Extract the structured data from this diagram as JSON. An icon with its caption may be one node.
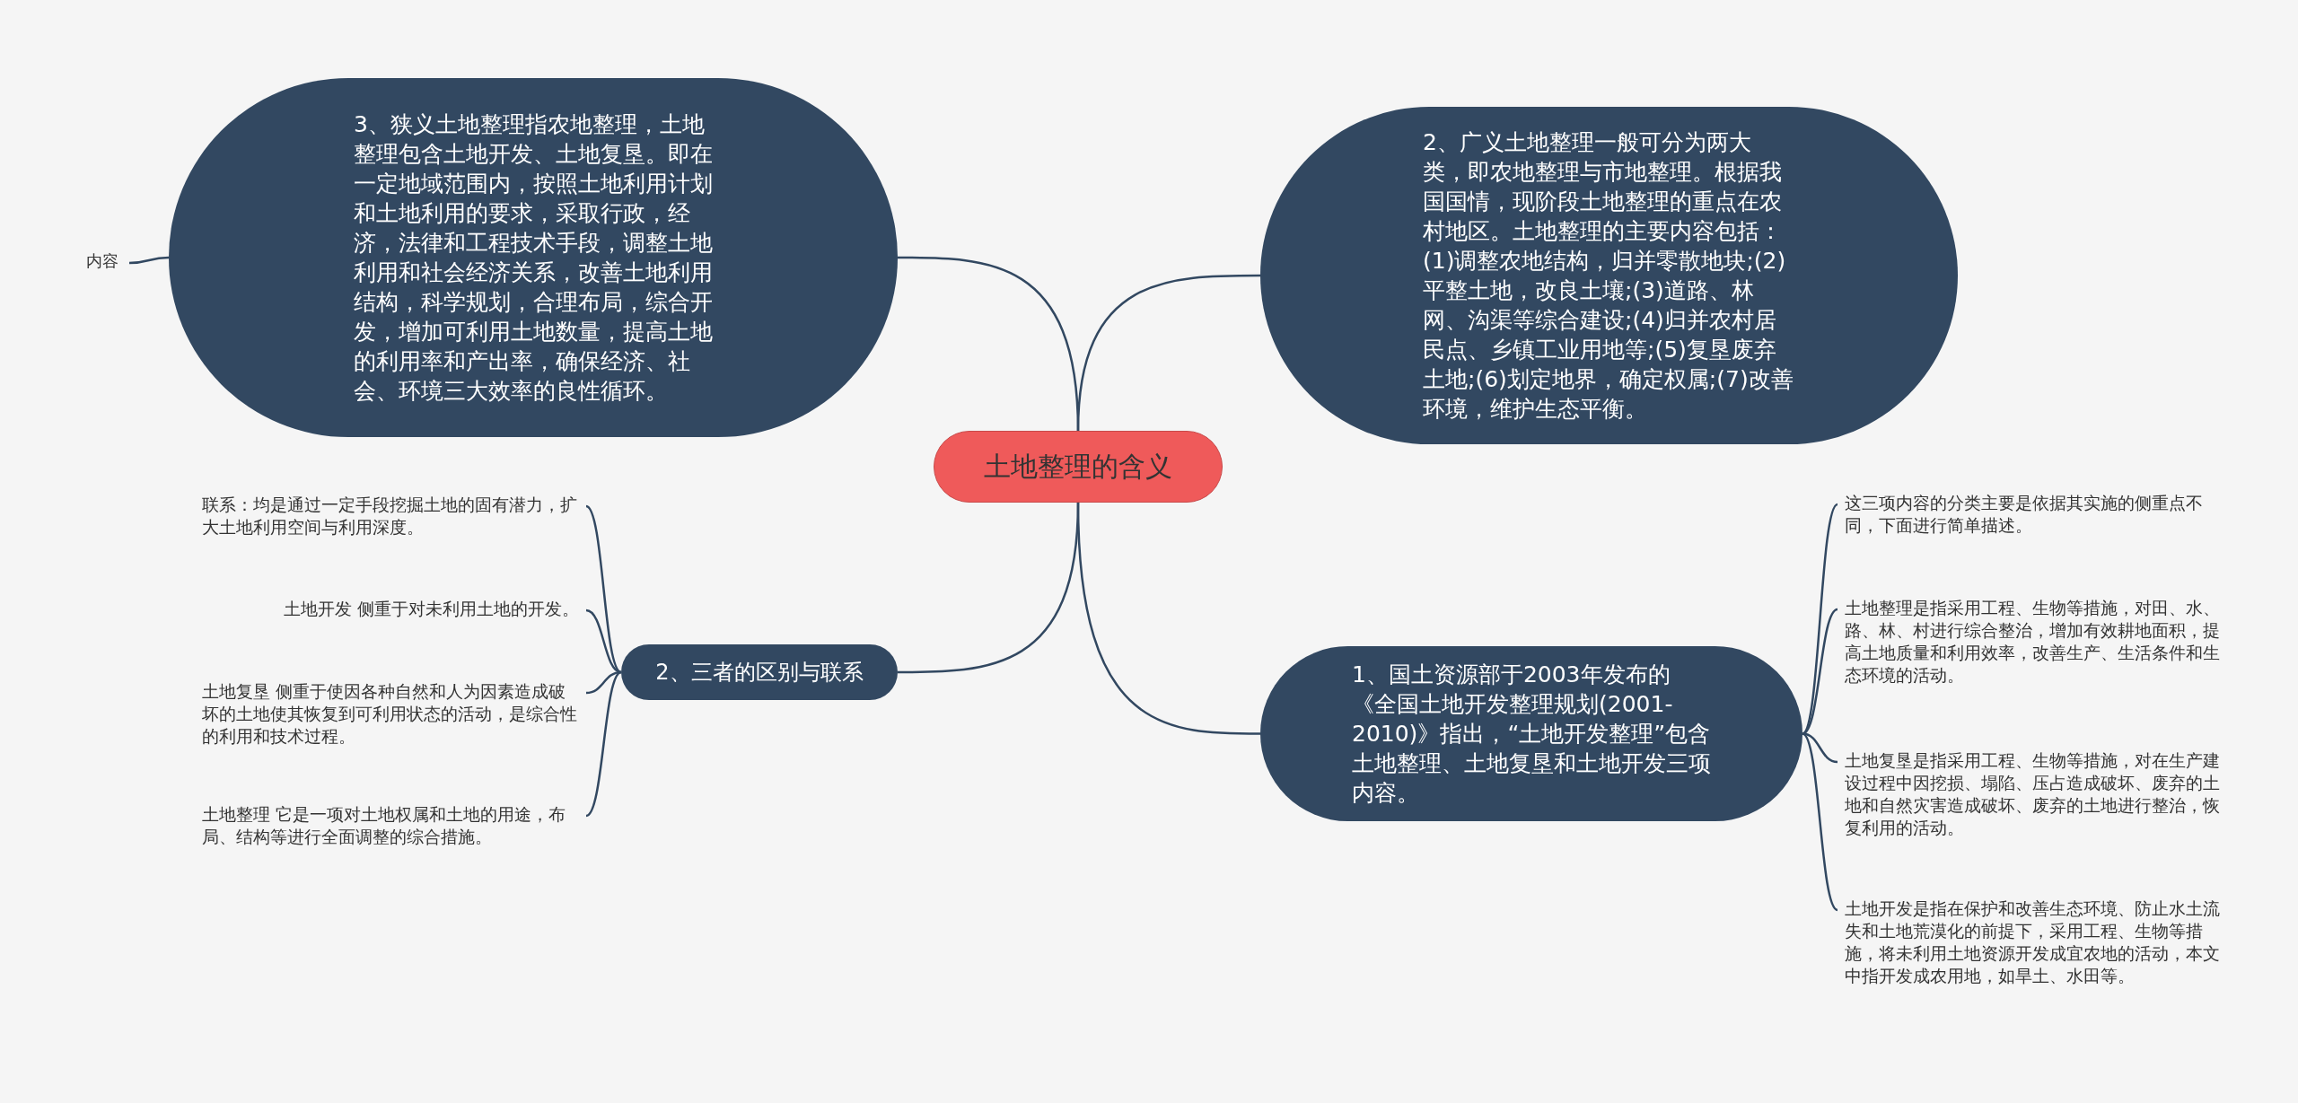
{
  "diagram": {
    "nodes": [
      {
        "text": [
          "土地整理的含义"
        ]
      },
      {
        "text": [
          "3、狭义土地整理指农地整理，土地整理包含土地开发、土地复垦。即在一定地域范围内，按照土地利用计划和土地利用的要求，采取行政，经济，法律和工程技术手段，调整土地利用和社会经济关系，改善土地利用结构，科学规划，合理布局，综合开发，增加可利用土地数量，提高土地的利用率和产出率，确保经济、社会、环境三大效率的良性循环。"
        ]
      },
      {
        "text": [
          "内容"
        ]
      },
      {
        "text": [
          "2、广义土地整理一般可分为两大类，即农地整理与市地整理。根据我国国情，现阶段土地整理的重点在农村地区。土地整理的主要内容包括：(1)调整农地结构，归并零散地块;(2)平整土地，改良土壤;(3)道路、林网、沟渠等综合建设;(4)归并农村居民点、乡镇工业用地等;(5)复垦废弃土地;(6)划定地界，确定权属;(7)改善环境，维护生态平衡。"
        ]
      },
      {
        "text": [
          "2、三者的区别与联系"
        ]
      },
      {
        "text": [
          "联系：均是通过一定手段挖掘土地的固有潜力，扩大土地利用空间与利用深度。"
        ]
      },
      {
        "text": [
          "土地开发 侧重于对未利用土地的开发。"
        ]
      },
      {
        "text": [
          "土地复垦 侧重于使因各种自然和人为因素造成破坏的土地使其恢复到可利用状态的活动，是综合性的利用和技术过程。"
        ]
      },
      {
        "text": [
          "土地整理 它是一项对土地权属和土地的用途，布局、结构等进行全面调整的综合措施。"
        ]
      },
      {
        "text": [
          "1、国土资源部于2003年发布的《全国土地开发整理规划(2001-2010)》指出，“土地开发整理”包含土地整理、土地复垦和土地开发三项内容。"
        ]
      },
      {
        "text": [
          "这三项内容的分类主要是依据其实施的侧重点不同，下面进行简单描述。"
        ]
      },
      {
        "text": [
          "土地整理是指采用工程、生物等措施，对田、水、路、林、村进行综合整治，增加有效耕地面积，提高土地质量和利用效率，改善生产、生活条件和生态环境的活动。"
        ]
      },
      {
        "text": [
          "土地复垦是指采用工程、生物等措施，对在生产建设过程中因挖损、塌陷、压占造成破坏、废弃的土地和自然灾害造成破坏、废弃的土地进行整治，恢复利用的活动。"
        ]
      },
      {
        "text": [
          "土地开发是指在保护和改善生态环境、防止水土流失和土地荒漠化的前提下，采用工程、生物等措施，将未利用土地资源开发成宜农地的活动，本文中指开发成农用地，如旱土、水田等。"
        ]
      }
    ],
    "edges": [
      {
        "from": 0,
        "to": 1,
        "arrow": "none"
      },
      {
        "from": 1,
        "to": 2,
        "arrow": "none"
      },
      {
        "from": 0,
        "to": 3,
        "arrow": "none"
      },
      {
        "from": 0,
        "to": 4,
        "arrow": "none"
      },
      {
        "from": 4,
        "to": 5,
        "arrow": "none"
      },
      {
        "from": 4,
        "to": 6,
        "arrow": "none"
      },
      {
        "from": 4,
        "to": 7,
        "arrow": "none"
      },
      {
        "from": 4,
        "to": 8,
        "arrow": "none"
      },
      {
        "from": 0,
        "to": 9,
        "arrow": "none"
      },
      {
        "from": 9,
        "to": 10,
        "arrow": "none"
      },
      {
        "from": 9,
        "to": 11,
        "arrow": "none"
      },
      {
        "from": 9,
        "to": 12,
        "arrow": "none"
      },
      {
        "from": 9,
        "to": 13,
        "arrow": "none"
      }
    ]
  }
}
